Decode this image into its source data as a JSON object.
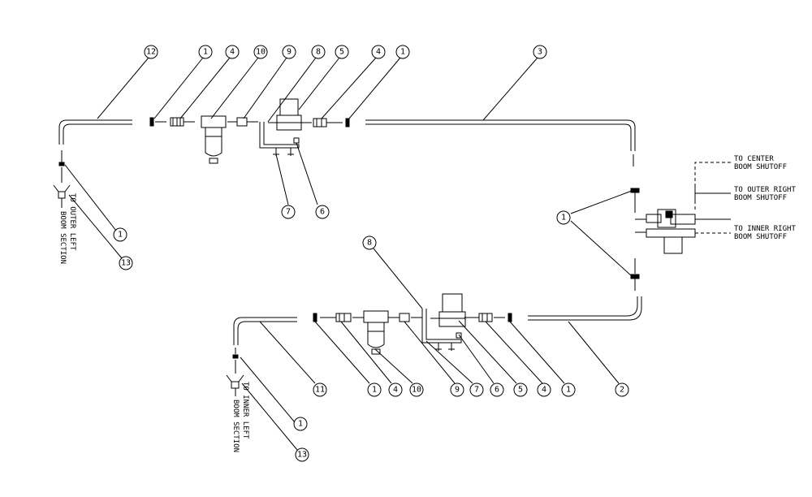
{
  "notes": {
    "center_shutoff_1": "TO CENTER",
    "center_shutoff_2": "BOOM SHUTOFF",
    "outer_right_1": "TO OUTER RIGHT",
    "outer_right_2": "BOOM SHUTOFF",
    "inner_right_1": "TO INNER RIGHT",
    "inner_right_2": "BOOM SHUTOFF",
    "outer_left_1": "TO OUTER LEFT",
    "outer_left_2": "BOOM SECTION",
    "inner_left_1": "TO INNER LEFT",
    "inner_left_2": "BOOM SECTION"
  },
  "callouts": {
    "top_row": [
      "12",
      "1",
      "4",
      "10",
      "9",
      "8",
      "5",
      "4",
      "1",
      "3"
    ],
    "upper_below": [
      "7",
      "6"
    ],
    "upper_left": [
      "1",
      "13"
    ],
    "right_pair": "1",
    "lower_top": "8",
    "lower_row": [
      "11",
      "1",
      "4",
      "10",
      "9",
      "7",
      "6",
      "5",
      "4",
      "1",
      "2"
    ],
    "lower_left": [
      "1",
      "13"
    ]
  }
}
